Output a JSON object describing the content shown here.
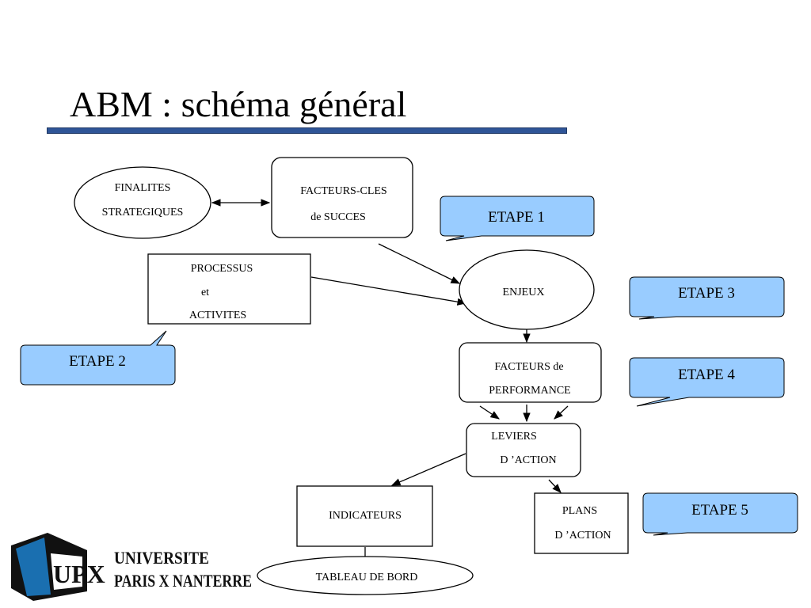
{
  "slide": {
    "title": "ABM : schéma général"
  },
  "nodes": {
    "finalites": [
      "FINALITES",
      "STRATEGIQUES"
    ],
    "facteurs_cles": [
      "FACTEURS-CLES",
      "de SUCCES"
    ],
    "processus": [
      "PROCESSUS",
      "et",
      "ACTIVITES"
    ],
    "enjeux": [
      "ENJEUX"
    ],
    "facteurs_performance": [
      "FACTEURS de",
      "PERFORMANCE"
    ],
    "leviers": [
      "LEVIERS",
      "D ’ACTION"
    ],
    "indicateurs": [
      "INDICATEURS"
    ],
    "plans": [
      "PLANS",
      "D ’ACTION"
    ],
    "tableau": [
      "TABLEAU DE BORD"
    ]
  },
  "callouts": [
    "ETAPE 1",
    "ETAPE 2",
    "ETAPE 3",
    "ETAPE 4",
    "ETAPE 5"
  ],
  "logo": {
    "mark": "UPX",
    "line1": "UNIVERSITE",
    "line2": "PARIS X NANTERRE"
  },
  "colors": {
    "title_bar": "#2f5597",
    "callout_fill": "#99ccff"
  }
}
